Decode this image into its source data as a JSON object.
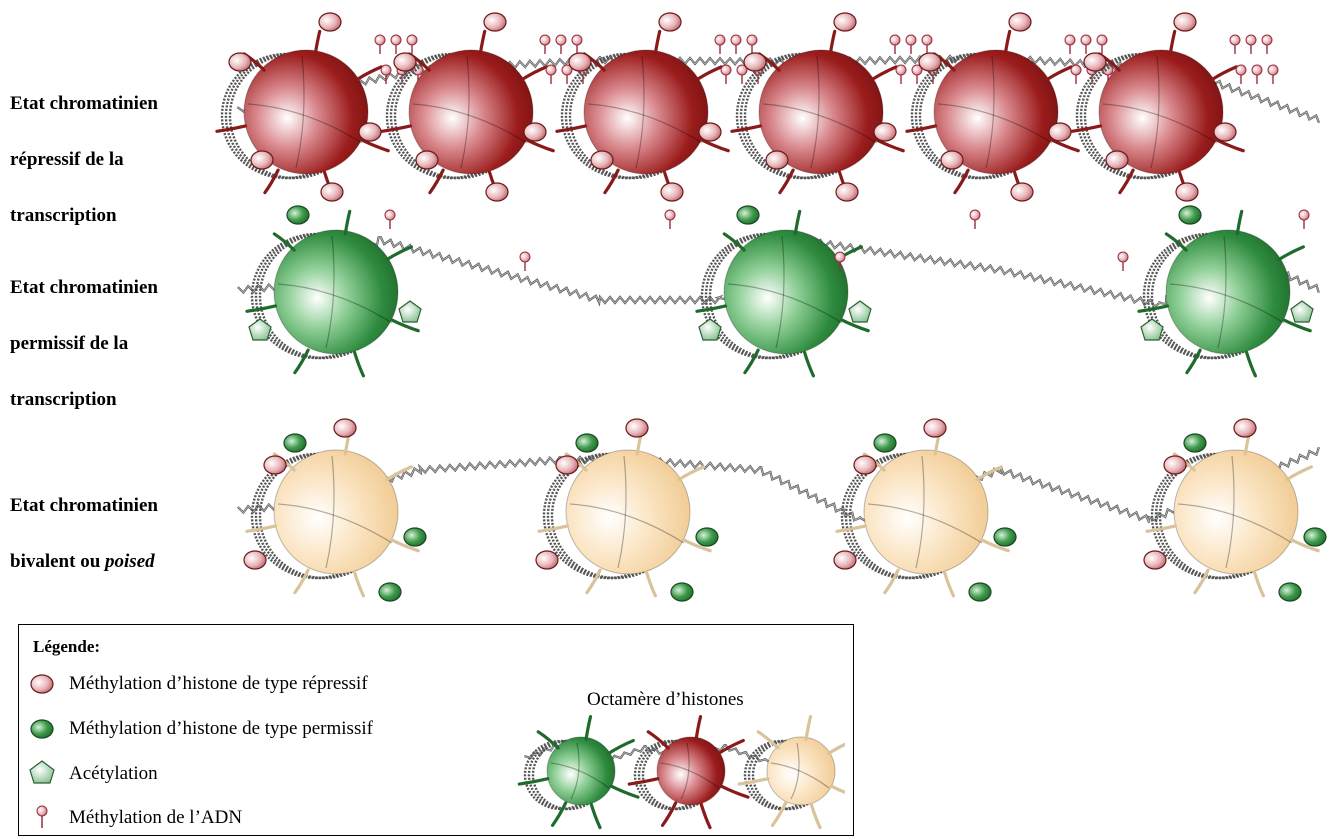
{
  "rows": [
    {
      "label_line1": "Etat chromatinien",
      "label_line2": "répressif de la",
      "label_line3": "transcription"
    },
    {
      "label_line1": "Etat chromatinien",
      "label_line2": "permissif de la",
      "label_line3": "transcription"
    },
    {
      "label_line1": "Etat chromatinien",
      "label_line2_prefix": "bivalent ou ",
      "label_line2_em": "poised"
    }
  ],
  "legend": {
    "title": "Légende:",
    "items": [
      "Méthylation d’histone de type répressif",
      "Méthylation d’histone de type permissif",
      "Acétylation",
      "Méthylation de l’ADN"
    ],
    "octamer_title": "Octamère d’histones"
  },
  "colors": {
    "repressive": "#9b1c1c",
    "permissive": "#2e8b3e",
    "bivalent": "#f7d7a8",
    "repressive_mark": "#e8b4b8",
    "permissive_mark": "#3f9a4c",
    "dna": "#666666"
  }
}
